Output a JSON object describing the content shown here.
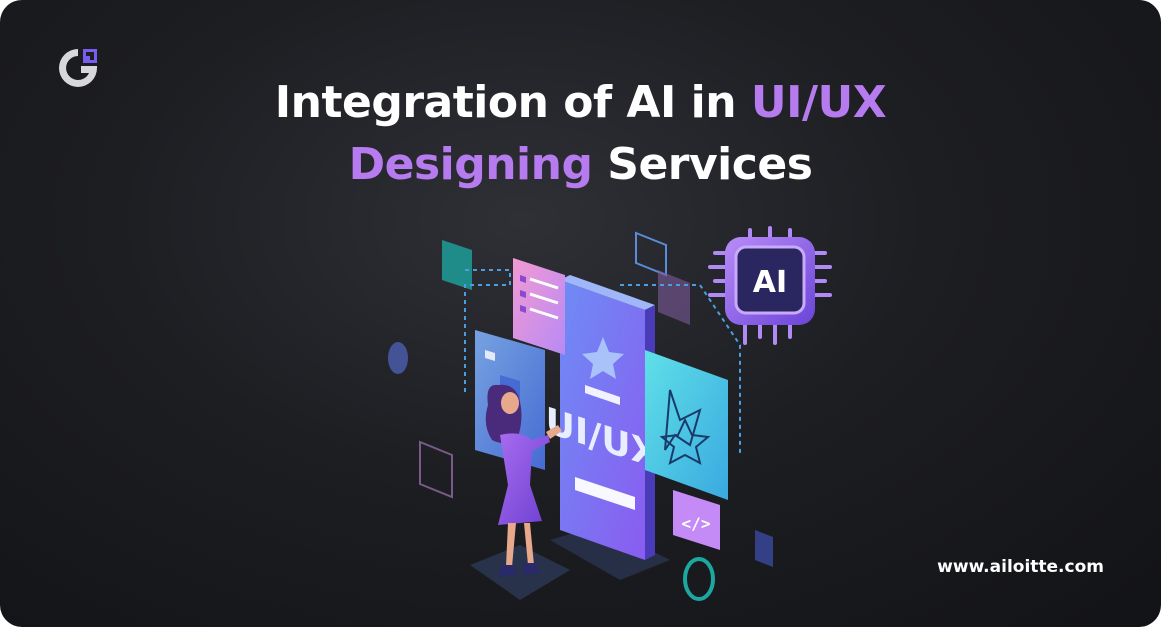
{
  "headline": {
    "part1": "Integration of AI in ",
    "part1_accent": "UI/UX",
    "part2_accent": "Designing",
    "part2": " Services"
  },
  "illustration": {
    "chip_label": "AI",
    "phone_label": "UI/UX",
    "code_badge": "</>"
  },
  "footer": {
    "url": "www.ailoitte.com"
  },
  "colors": {
    "accent_purple": "#b77bf0",
    "background_dark": "#1d1e22",
    "text_white": "#ffffff"
  },
  "icons": [
    "brand-logo-icon",
    "ai-chip-icon",
    "star-icon",
    "code-icon"
  ]
}
